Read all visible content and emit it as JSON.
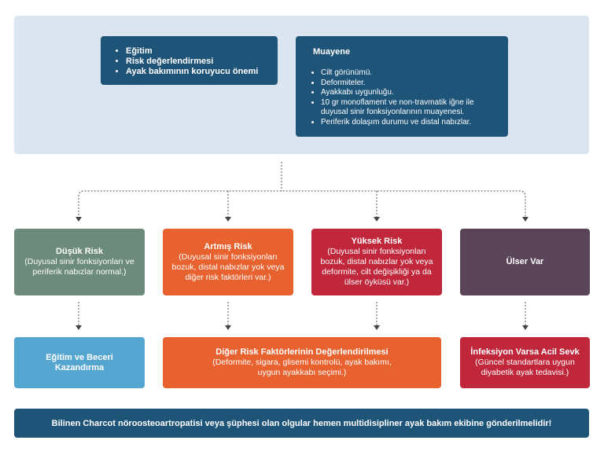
{
  "top": {
    "education_items": [
      "Eğitim",
      "Risk değerlendirmesi",
      "Ayak bakımının koruyucu önemi"
    ],
    "exam_title": "Muayene",
    "exam_items": [
      "Cilt görünümü.",
      "Deformiteler.",
      "Ayakkabı uygunluğu.",
      "10 gr monoflament ve non-travmatik iğne ile duyusal sinir fonksiyonlarının muayenesi.",
      "Periferik dolaşım durumu ve distal nabızlar."
    ]
  },
  "risk": [
    {
      "title": "Düşük Risk",
      "desc": "(Duyusal sinir fonksiyonları ve periferik nabızlar normal.)",
      "color": "#6d8b7d"
    },
    {
      "title": "Artmış Risk",
      "desc": "(Duyusal sinir fonksiyonları bozuk, distal nabızlar yok veya diğer risk faktörleri var.)",
      "color": "#e8622f"
    },
    {
      "title": "Yüksek Risk",
      "desc": "(Duyusal sinir fonksiyonları bozuk, distal nabızlar yok veya deformite, cilt değişikliği ya da ülser öyküsü var.)",
      "color": "#c0273b"
    },
    {
      "title": "Ülser Var",
      "desc": "",
      "color": "#5a4457"
    }
  ],
  "actions": [
    {
      "title": "Eğitim ve Beceri Kazandırma",
      "desc": "",
      "color": "#54a6d1"
    },
    {
      "title": "Diğer Risk Faktörlerinin Değerlendirilmesi",
      "desc": "(Deformite, sigara, glisemi kontrolü, ayak bakımı, uygun ayakkabı seçimi.)",
      "color": "#e8622f"
    },
    {
      "title": "İnfeksiyon Varsa Acil Sevk",
      "desc": "(Güncel standartlara uygun diyabetik ayak tedavisi.)",
      "color": "#c0273b"
    }
  ],
  "footer": "Bilinen Charcot nöroosteoartropatisi veya şüphesi olan olgular hemen multidisipliner ayak bakım ekibine gönderilmelidir!",
  "colors": {
    "panel": "#dbe5f0",
    "navy": "#1f5479",
    "connector": "#555555"
  }
}
